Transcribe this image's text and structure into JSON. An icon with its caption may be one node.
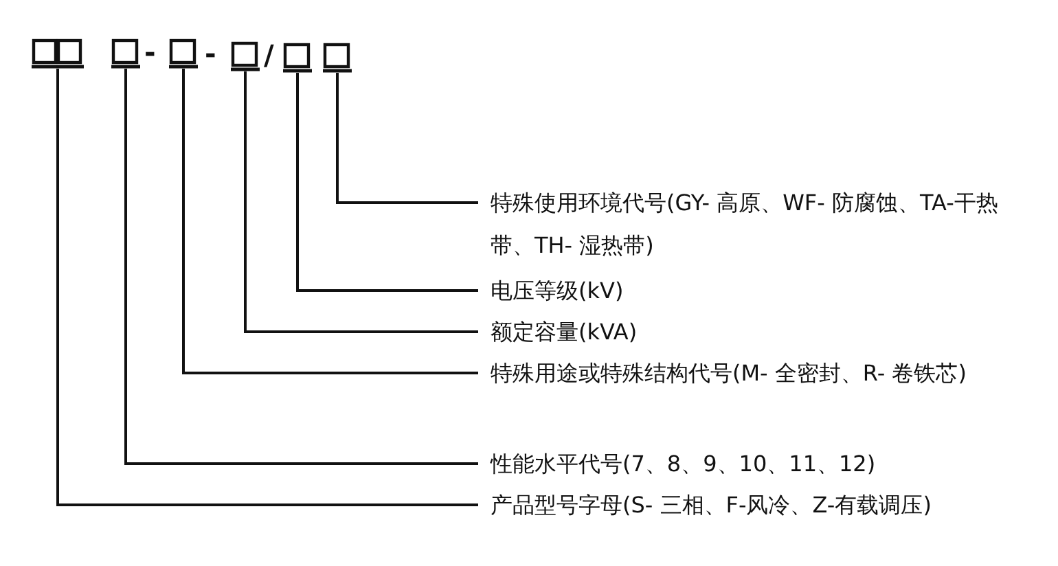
{
  "diagram": {
    "nodes": [
      {
        "text": [],
        "shape": "box"
      },
      {
        "text": [],
        "shape": "box"
      },
      {
        "text": [],
        "shape": "box"
      },
      {
        "text": [],
        "shape": "box"
      },
      {
        "text": [],
        "shape": "box"
      },
      {
        "text": [],
        "shape": "box"
      },
      {
        "text": [
          "特殊使用环境代号(GY- 高原、WF- 防腐蚀、TA-干热带、TH- 湿热带)"
        ]
      },
      {
        "text": [
          "电压等级(kV)"
        ]
      },
      {
        "text": [
          "额定容量(kVA)"
        ]
      },
      {
        "text": [
          "特殊用途或特殊结构代号(M- 全密封、R- 卷铁芯)"
        ]
      },
      {
        "text": [
          "性能水平代号(7、8、9、10、11、12)"
        ]
      },
      {
        "text": [
          "产品型号字母(S- 三相、F-风冷、Z-有载调压)"
        ]
      }
    ],
    "edges": [
      {
        "from": 5,
        "to": 6,
        "arrow": "none"
      },
      {
        "from": 4,
        "to": 7,
        "arrow": "none"
      },
      {
        "from": 3,
        "to": 8,
        "arrow": "none"
      },
      {
        "from": 2,
        "to": 9,
        "arrow": "none"
      },
      {
        "from": 1,
        "to": 10,
        "arrow": "none"
      },
      {
        "from": 0,
        "to": 11,
        "arrow": "none"
      }
    ],
    "labels": [
      "-",
      "-",
      "/"
    ]
  }
}
